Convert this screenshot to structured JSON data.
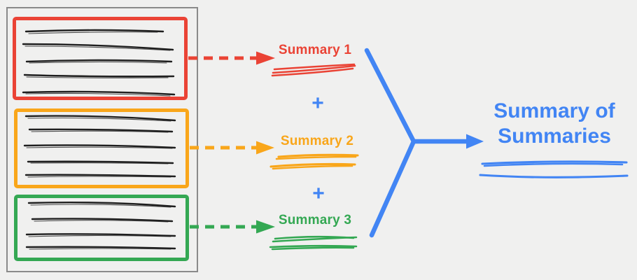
{
  "colors": {
    "background": "#F0F0EF",
    "frame": "#8A8A8A",
    "ink": "#1F1F1F",
    "red": "#EA4335",
    "orange": "#F9A61A",
    "green": "#34A853",
    "blue": "#4285F4"
  },
  "document": {
    "sections": [
      {
        "name": "section-1",
        "color_name": "red",
        "text_line_count": 5
      },
      {
        "name": "section-2",
        "color_name": "orange",
        "text_line_count": 5
      },
      {
        "name": "section-3",
        "color_name": "green",
        "text_line_count": 4
      }
    ]
  },
  "summaries": [
    {
      "label": "Summary 1",
      "color_name": "red"
    },
    {
      "label": "Summary 2",
      "color_name": "orange"
    },
    {
      "label": "Summary 3",
      "color_name": "green"
    }
  ],
  "operators": {
    "plus": "+"
  },
  "final_summary": {
    "label": "Summary of Summaries",
    "color_name": "blue"
  }
}
